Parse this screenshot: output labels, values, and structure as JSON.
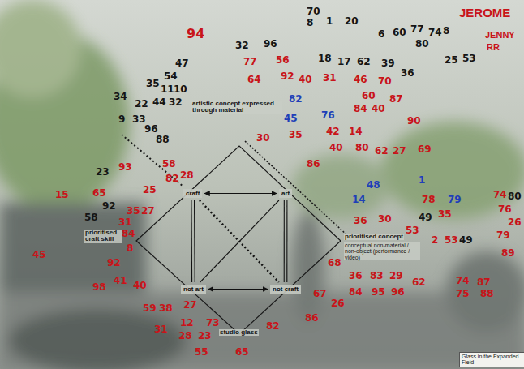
{
  "diagram": {
    "nodes": [
      {
        "text": [
          "craft"
        ]
      },
      {
        "text": [
          "art"
        ]
      },
      {
        "text": [
          "not art"
        ]
      },
      {
        "text": [
          "not craft"
        ]
      }
    ],
    "edges": [
      {
        "from": 0,
        "to": 1,
        "arrow": "both"
      },
      {
        "from": 2,
        "to": 3,
        "arrow": "both"
      },
      {
        "from": 0,
        "to": 2,
        "arrow": "none"
      },
      {
        "from": 1,
        "to": 3,
        "arrow": "none"
      },
      {
        "from": 0,
        "to": 3,
        "arrow": "none"
      },
      {
        "from": 1,
        "to": 2,
        "arrow": "none"
      }
    ],
    "labels": [
      "prioritised craft skill",
      "prioritised concept",
      "conceptual non-material / non-object (performance / video)",
      "studio glass",
      "artistic concept expressed through material",
      "Glass in the Expanded Field",
      "JEROME",
      "JENNY",
      "RR",
      "70",
      "8",
      "1",
      "20",
      "6",
      "60",
      "77",
      "74",
      "8",
      "80",
      "25",
      "53",
      "94",
      "32",
      "96",
      "47",
      "54",
      "35",
      "11",
      "10",
      "34",
      "22",
      "44",
      "32",
      "9",
      "33",
      "96",
      "88",
      "18",
      "17",
      "62",
      "39",
      "36",
      "56",
      "77",
      "64",
      "92",
      "40",
      "31",
      "46",
      "70",
      "60",
      "87",
      "84",
      "40",
      "90",
      "69",
      "82",
      "76",
      "45",
      "35",
      "42",
      "14",
      "30",
      "40",
      "80",
      "62",
      "27",
      "86",
      "48",
      "1",
      "14",
      "36",
      "30",
      "78",
      "79",
      "35",
      "49",
      "53",
      "2",
      "53",
      "49",
      "74",
      "80",
      "76",
      "26",
      "79",
      "89",
      "36",
      "83",
      "29",
      "62",
      "68",
      "67",
      "26",
      "84",
      "95",
      "96",
      "74",
      "87",
      "75",
      "88",
      "86",
      "82",
      "65",
      "55",
      "73",
      "23",
      "12",
      "28",
      "31",
      "59",
      "38",
      "27",
      "98",
      "41",
      "40",
      "45",
      "15",
      "23",
      "93",
      "58",
      "82",
      "28",
      "65",
      "92",
      "58",
      "25",
      "35",
      "27",
      "31",
      "84",
      "8",
      "92"
    ]
  }
}
